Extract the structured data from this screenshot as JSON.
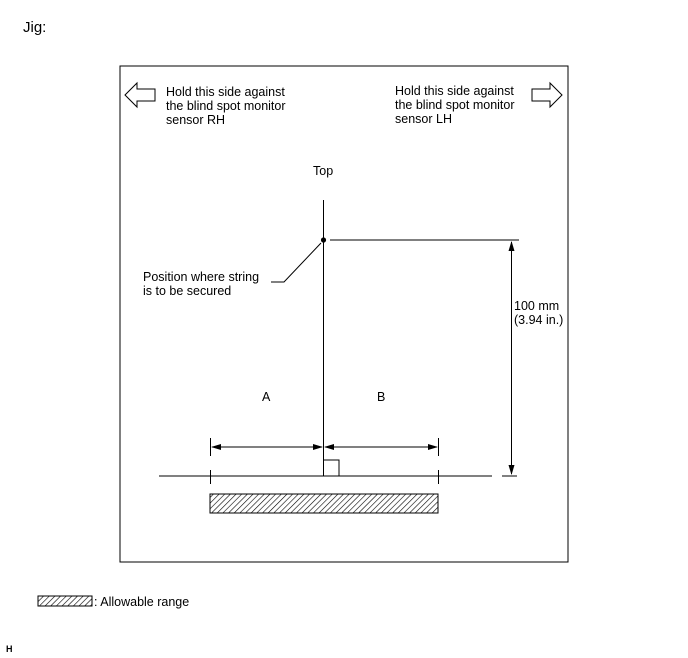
{
  "heading": "Jig:",
  "left_note": {
    "line1": "Hold this side against",
    "line2": "the blind spot monitor",
    "line3": "sensor RH",
    "arrow_icon": "arrow-left-icon"
  },
  "right_note": {
    "line1": "Hold this side against",
    "line2": "the blind spot monitor",
    "line3": "sensor LH",
    "arrow_icon": "arrow-right-icon"
  },
  "top_label": "Top",
  "string_note": {
    "line1": "Position where string",
    "line2": "is to be secured"
  },
  "dimension": {
    "metric": "100 mm",
    "imperial": "(3.94 in.)"
  },
  "label_a": "A",
  "label_b": "B",
  "legend": {
    "text": ": Allowable range"
  },
  "corner_code": "H"
}
